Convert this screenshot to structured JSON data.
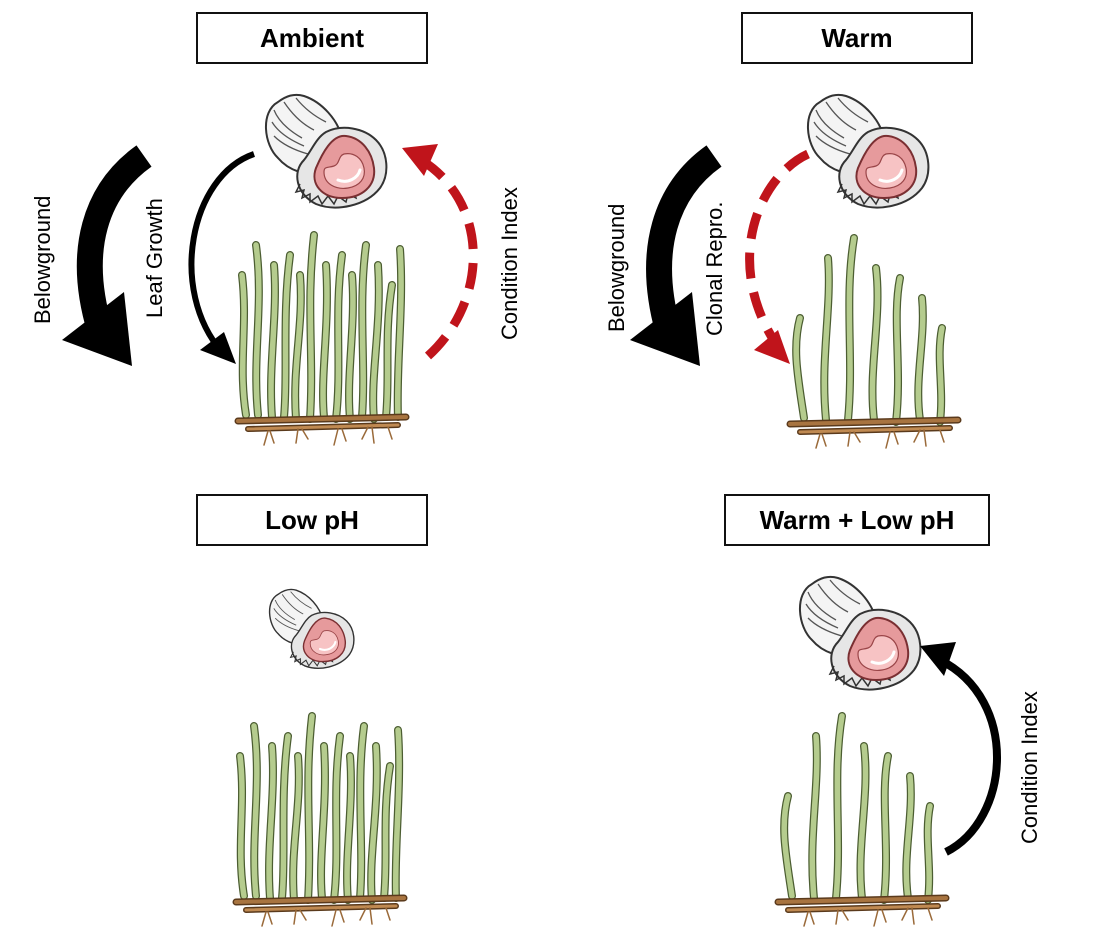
{
  "panels": {
    "ambient": {
      "title": "Ambient",
      "labels": {
        "belowground": "Belowground",
        "leaf_growth": "Leaf Growth",
        "condition_index": "Condition Index"
      }
    },
    "warm": {
      "title": "Warm",
      "labels": {
        "belowground": "Belowground",
        "clonal_repro": "Clonal Repro."
      }
    },
    "low_ph": {
      "title": "Low pH"
    },
    "warm_low_ph": {
      "title": "Warm + Low pH",
      "labels": {
        "condition_index": "Condition Index"
      }
    }
  },
  "colors": {
    "positive_effect": "#000000",
    "negative_effect": "#c0141b",
    "seagrass": "#b5cc8e",
    "rhizome": "#9a6a3a",
    "oyster_flesh": "#e69a9c"
  }
}
